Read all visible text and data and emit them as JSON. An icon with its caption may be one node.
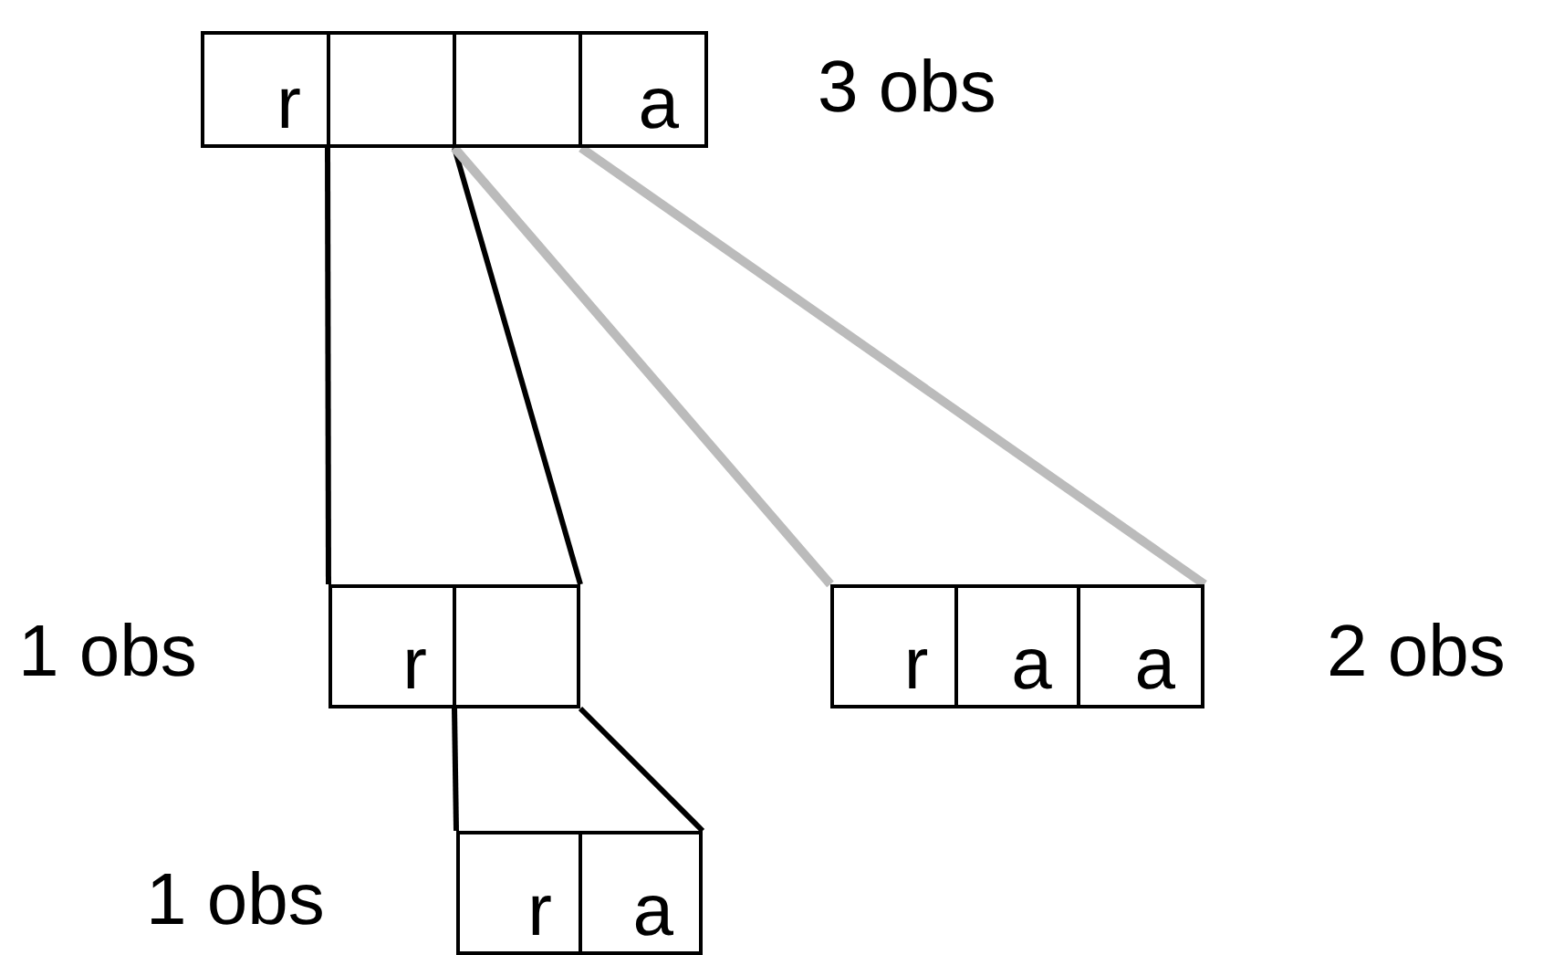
{
  "diagram": {
    "nodes": [
      {
        "text": [],
        "shape": "box",
        "beside": [
          "3 obs"
        ]
      },
      {
        "text": [
          "r"
        ],
        "in": 0
      },
      {
        "text": [],
        "shape": "box",
        "in": 0
      },
      {
        "text": [],
        "shape": "box",
        "in": 0
      },
      {
        "text": [
          "a"
        ],
        "in": 0
      },
      {
        "text": [],
        "shape": "box",
        "beside": [
          "1 obs"
        ]
      },
      {
        "text": [
          "r"
        ],
        "in": 5
      },
      {
        "text": [],
        "shape": "box",
        "in": 5
      },
      {
        "text": [],
        "shape": "box",
        "beside": [
          "2 obs"
        ]
      },
      {
        "text": [
          "r"
        ],
        "in": 8
      },
      {
        "text": [
          "a"
        ],
        "in": 8
      },
      {
        "text": [
          "a"
        ],
        "in": 8
      },
      {
        "text": [],
        "shape": "box",
        "beside": [
          "1 obs"
        ]
      },
      {
        "text": [
          "r"
        ],
        "in": 12
      },
      {
        "text": [
          "a"
        ],
        "in": 12
      }
    ],
    "edges": [
      {
        "from": 2,
        "to": 5,
        "arrow": "none"
      },
      {
        "from": 2,
        "to": 5,
        "arrow": "none"
      },
      {
        "from": 3,
        "to": 8,
        "arrow": "none",
        "color": "#bbbbbb"
      },
      {
        "from": 3,
        "to": 8,
        "arrow": "none",
        "color": "#bbbbbb"
      },
      {
        "from": 7,
        "to": 12,
        "arrow": "none"
      },
      {
        "from": 7,
        "to": 12,
        "arrow": "none"
      }
    ]
  }
}
